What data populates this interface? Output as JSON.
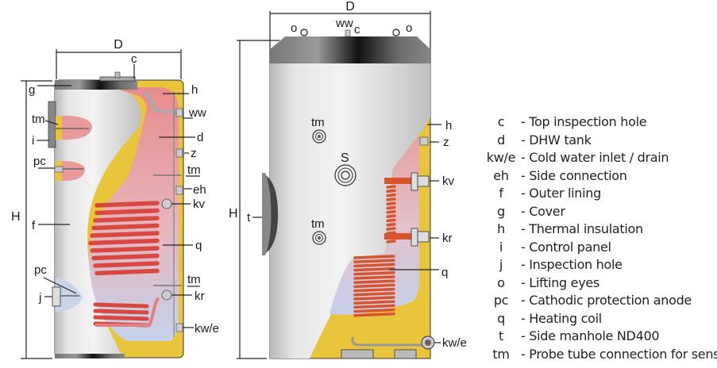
{
  "figure": {
    "left_tank": {
      "dimension_labels": {
        "width": "D",
        "height": "H"
      },
      "callouts": {
        "c": "c",
        "g": "g",
        "h": "h",
        "ww": "ww",
        "tm_top_left": "tm",
        "i": "i",
        "d": "d",
        "z": "z",
        "pc_top": "pc",
        "tm_mid": "tm",
        "eh": "eh",
        "kv": "kv",
        "f": "f",
        "q": "q",
        "pc_bottom": "pc",
        "j": "j",
        "tm_low": "tm",
        "kr": "kr",
        "kw_e": "kw/e"
      }
    },
    "right_tank": {
      "dimension_labels": {
        "width": "D",
        "height": "H"
      },
      "callouts": {
        "o_left": "o",
        "ww": "ww",
        "c": "c",
        "o_right": "o",
        "tm_upper": "tm",
        "s": "S",
        "h": "h",
        "z": "z",
        "kv": "kv",
        "t": "t",
        "tm_lower": "tm",
        "kr": "kr",
        "q": "q",
        "kw_e": "kw/e"
      }
    }
  },
  "legend": [
    {
      "code": "c",
      "desc": "- Top inspection hole"
    },
    {
      "code": "d",
      "desc": "- DHW tank"
    },
    {
      "code": "kw/e",
      "desc": "- Cold water inlet / drain"
    },
    {
      "code": "eh",
      "desc": "- Side connection"
    },
    {
      "code": "f",
      "desc": "- Outer lining"
    },
    {
      "code": "g",
      "desc": "- Cover"
    },
    {
      "code": "h",
      "desc": "- Thermal insulation"
    },
    {
      "code": "i",
      "desc": "- Control panel"
    },
    {
      "code": "j",
      "desc": "- Inspection hole"
    },
    {
      "code": "o",
      "desc": "- Lifting eyes"
    },
    {
      "code": "pc",
      "desc": "- Cathodic protection anode"
    },
    {
      "code": "q",
      "desc": "- Heating coil"
    },
    {
      "code": "t",
      "desc": "- Side manhole ND400"
    },
    {
      "code": "tm",
      "desc": "- Probe tube connection for sensors"
    }
  ],
  "colors": {
    "shell": "#d9d9d9",
    "insulation": "#e8c53a",
    "tank_hot": "#e89a9a",
    "tank_cold": "#c9d3ea",
    "coil": "#d9473f",
    "cover_dark": "#3a3a3a"
  }
}
